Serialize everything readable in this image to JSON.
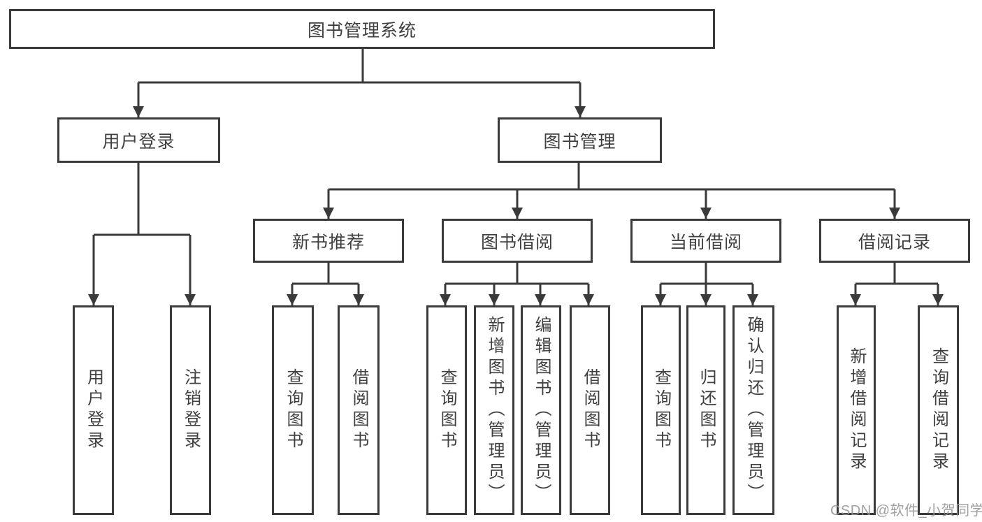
{
  "diagram": {
    "title": "图书管理系统",
    "level2": {
      "user_login": "用户登录",
      "book_mgmt": "图书管理"
    },
    "level3": {
      "new_books": "新书推荐",
      "borrow": "图书借阅",
      "current": "当前借阅",
      "history": "借阅记录"
    },
    "leaves": {
      "user_login": [
        "用户登录",
        "注销登录"
      ],
      "new_books": [
        "查询图书",
        "借阅图书"
      ],
      "borrow": [
        "查询图书",
        "新增图书（管理员）",
        "编辑图书（管理员）",
        "借阅图书"
      ],
      "current": [
        "查询图书",
        "归还图书",
        "确认归还（管理员）"
      ],
      "history": [
        "新增借阅记录",
        "查询借阅记录"
      ]
    },
    "watermark": "CSDN @软件_小贺同学",
    "colors": {
      "line": "#3a3a3a",
      "text": "#3f3f3f",
      "watermark": "#969696",
      "background": "#ffffff"
    }
  }
}
